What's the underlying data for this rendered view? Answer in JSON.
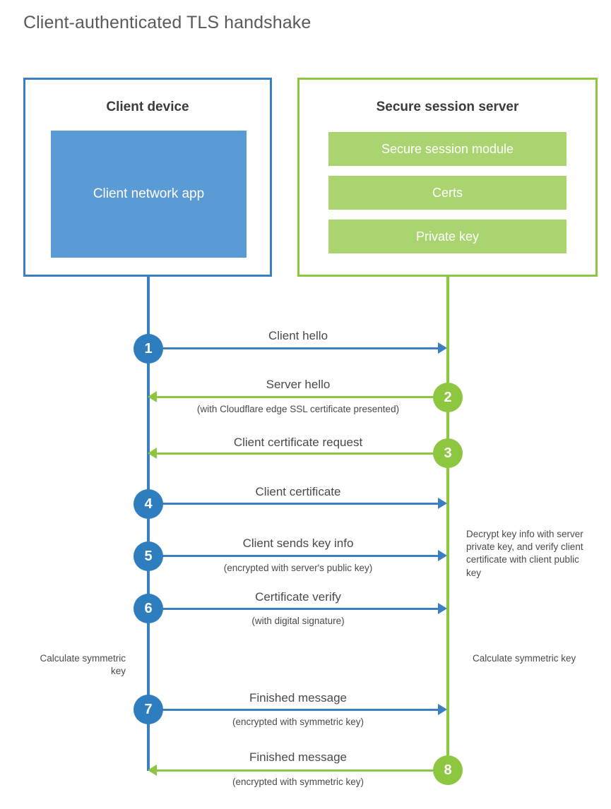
{
  "title": "Client-authenticated TLS handshake",
  "colors": {
    "client_blue": "#3a7fc1",
    "client_app_fill": "#5b9bd5",
    "server_green": "#8dc63f",
    "server_bar_fill": "#a9d470",
    "circle_blue": "#2d7dbf",
    "circle_green": "#8dc63f",
    "text_gray": "#4a4a4a",
    "title_gray": "#5a5a5a",
    "background": "#ffffff"
  },
  "client_panel": {
    "title": "Client device",
    "app_label": "Client network app"
  },
  "server_panel": {
    "title": "Secure session server",
    "bars": [
      {
        "label": "Secure session module"
      },
      {
        "label": "Certs"
      },
      {
        "label": "Private key"
      }
    ]
  },
  "steps": [
    {
      "number": "1",
      "label": "Client hello",
      "sub": "",
      "direction": "client-to-server",
      "color": "blue"
    },
    {
      "number": "2",
      "label": "Server hello",
      "sub": "(with Cloudflare edge SSL certificate presented)",
      "direction": "server-to-client",
      "color": "green"
    },
    {
      "number": "3",
      "label": "Client certificate request",
      "sub": "",
      "direction": "server-to-client",
      "color": "green"
    },
    {
      "number": "4",
      "label": "Client certificate",
      "sub": "",
      "direction": "client-to-server",
      "color": "blue"
    },
    {
      "number": "5",
      "label": "Client sends key info",
      "sub": "(encrypted with server's public key)",
      "direction": "client-to-server",
      "color": "blue"
    },
    {
      "number": "6",
      "label": "Certificate verify",
      "sub": "(with digital signature)",
      "direction": "client-to-server",
      "color": "blue"
    },
    {
      "number": "7",
      "label": "Finished message",
      "sub": "(encrypted with symmetric key)",
      "direction": "client-to-server",
      "color": "blue"
    },
    {
      "number": "8",
      "label": "Finished message",
      "sub": "(encrypted with symmetric key)",
      "direction": "server-to-client",
      "color": "green"
    }
  ],
  "notes": {
    "decrypt": "Decrypt key info with server private key, and verify client certificate with client public key",
    "calculate_client": "Calculate symmetric key",
    "calculate_server": "Calculate symmetric key"
  }
}
